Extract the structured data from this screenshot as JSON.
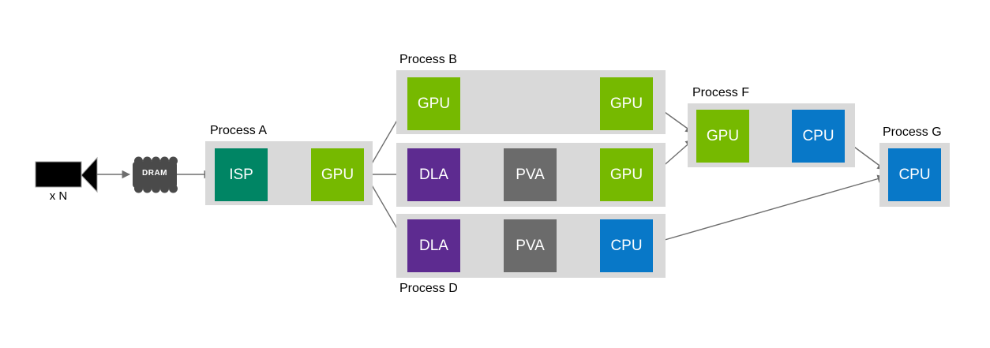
{
  "colors": {
    "background": "#ffffff",
    "gpu": "#76B900",
    "isp": "#008564",
    "dla": "#5D2B90",
    "pva": "#6B6B6B",
    "cpu": "#0878C8",
    "process_bg": "#D9D9D9",
    "arrow": "#6E6E6E",
    "dram_bg": "#4A4A4A",
    "camera": "#000000",
    "label_text": "#000000",
    "block_text": "#FFFFFF"
  },
  "diagram": {
    "camera": {
      "count_label": "x N"
    },
    "dram": {
      "label": "DRAM"
    },
    "processes": [
      {
        "label": "Process A",
        "blocks": [
          {
            "label": "ISP",
            "type": "isp"
          },
          {
            "label": "GPU",
            "type": "gpu"
          }
        ]
      },
      {
        "label": "Process B",
        "blocks": [
          {
            "label": "GPU",
            "type": "gpu"
          },
          {
            "label": "GPU",
            "type": "gpu"
          }
        ]
      },
      {
        "blocks": [
          {
            "label": "DLA",
            "type": "dla"
          },
          {
            "label": "PVA",
            "type": "pva"
          },
          {
            "label": "GPU",
            "type": "gpu"
          }
        ]
      },
      {
        "label": "Process D",
        "blocks": [
          {
            "label": "DLA",
            "type": "dla"
          },
          {
            "label": "PVA",
            "type": "pva"
          },
          {
            "label": "CPU",
            "type": "cpu"
          }
        ]
      },
      {
        "label": "Process F",
        "blocks": [
          {
            "label": "GPU",
            "type": "gpu"
          },
          {
            "label": "CPU",
            "type": "cpu"
          }
        ]
      },
      {
        "label": "Process G",
        "blocks": [
          {
            "label": "CPU",
            "type": "cpu"
          }
        ]
      }
    ]
  }
}
